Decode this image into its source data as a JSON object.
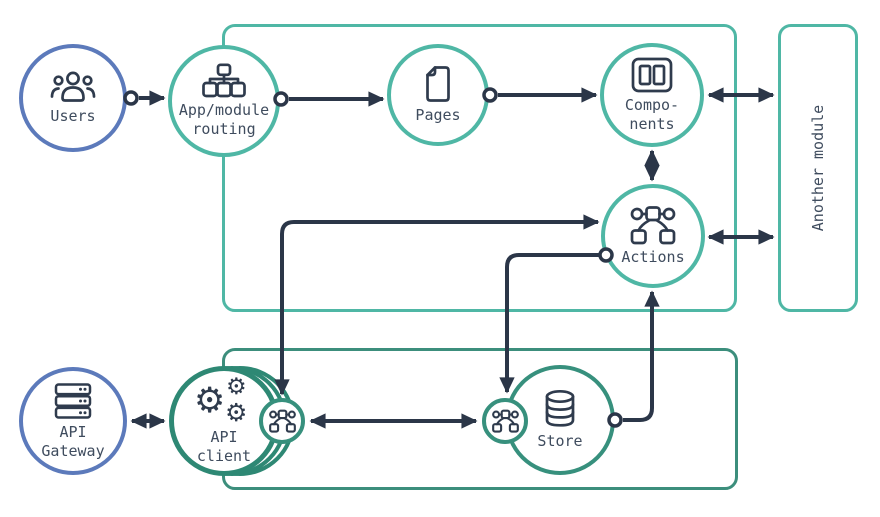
{
  "diagram_type": "frontend module architecture flow",
  "colors": {
    "accent_teal_light": "#4FB7A5",
    "accent_teal_dark": "#2E8874",
    "accent_blue": "#5C7ABB",
    "arrow": "#2B3648",
    "label_text": "#3F4C5E"
  },
  "nodes": {
    "users": {
      "label": "Users",
      "icon": "users-icon",
      "shape": "circle",
      "color": "blue"
    },
    "routing": {
      "line1": "App/module",
      "line2": "routing",
      "icon": "sitemap-icon",
      "shape": "circle",
      "color": "teal"
    },
    "pages": {
      "label": "Pages",
      "icon": "page-icon",
      "shape": "circle",
      "color": "teal"
    },
    "components": {
      "line1": "Compo-",
      "line2": "nents",
      "icon": "columns-icon",
      "shape": "circle",
      "color": "teal"
    },
    "actions": {
      "label": "Actions",
      "icon": "workflow-icon",
      "shape": "circle",
      "color": "teal"
    },
    "api_gateway": {
      "line1": "API",
      "line2": "Gateway",
      "icon": "server-icon",
      "shape": "circle",
      "color": "blue"
    },
    "api_client": {
      "line1": "API",
      "line2": "client",
      "icon": "gears-icon",
      "shape": "circle-stacked",
      "color": "teal-dark"
    },
    "store": {
      "label": "Store",
      "icon": "database-icon",
      "shape": "circle",
      "color": "teal-dark"
    },
    "api_client_connector": {
      "icon": "workflow-icon",
      "shape": "small-circle",
      "color": "teal-dark"
    },
    "store_connector": {
      "icon": "workflow-icon",
      "shape": "small-circle",
      "color": "teal-dark"
    }
  },
  "containers": {
    "top_module": {
      "label": "",
      "style": "teal-light"
    },
    "another_module": {
      "label": "Another module",
      "style": "teal-light",
      "label_rotation": "-90deg"
    },
    "bottom_module": {
      "label": "",
      "style": "teal-dark"
    }
  },
  "edges": [
    {
      "from": "users",
      "to": "routing",
      "type": "directed-with-source-dot"
    },
    {
      "from": "routing",
      "to": "pages",
      "type": "directed-with-source-dot"
    },
    {
      "from": "pages",
      "to": "components",
      "type": "directed-with-source-dot"
    },
    {
      "from": "components",
      "to": "another_module",
      "type": "bidirectional"
    },
    {
      "from": "components",
      "to": "actions",
      "type": "bidirectional"
    },
    {
      "from": "actions",
      "to": "another_module",
      "type": "bidirectional"
    },
    {
      "from": "api_client_connector",
      "to": "actions",
      "type": "bidirectional"
    },
    {
      "from": "actions",
      "to": "store_connector",
      "type": "directed-with-source-dot"
    },
    {
      "from": "api_client_connector",
      "to": "store_connector",
      "type": "bidirectional"
    },
    {
      "from": "store",
      "to": "actions",
      "type": "directed-with-source-dot"
    },
    {
      "from": "api_gateway",
      "to": "api_client",
      "type": "bidirectional"
    }
  ]
}
